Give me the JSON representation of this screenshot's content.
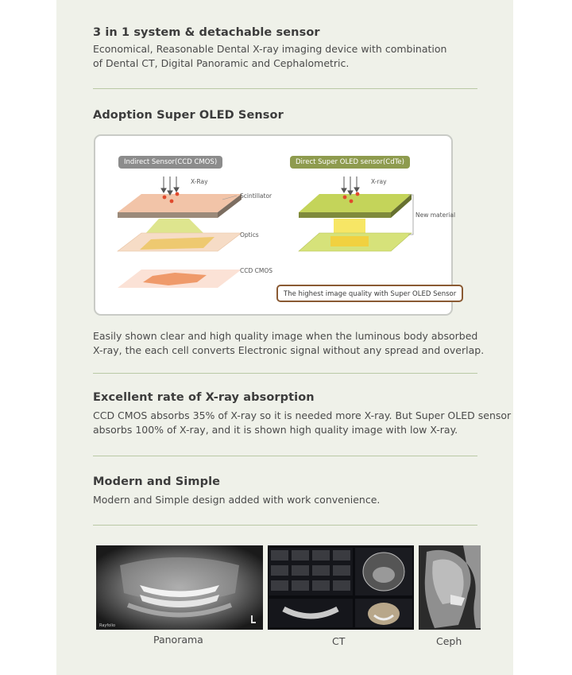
{
  "sections": [
    {
      "title": "3 in 1 system & detachable sensor",
      "lines": [
        "Economical, Reasonable Dental X-ray imaging device with combination",
        "of Dental CT, Digital Panoramic and Cephalometric."
      ]
    },
    {
      "title": "Adoption Super OLED Sensor",
      "lines": [
        "Easily shown clear and high quality image when the luminous body absorbed",
        "X-ray, the each cell converts Electronic signal without any spread and overlap."
      ]
    },
    {
      "title": "Excellent rate of X-ray absorption",
      "lines": [
        "CCD CMOS absorbs 35% of X-ray so it is needed more X-ray. But Super OLED sensor",
        "absorbs 100% of X-ray, and it is shown high quality image with low X-ray."
      ]
    },
    {
      "title": "Modern and Simple",
      "lines": [
        "Modern and Simple design added with work convenience."
      ]
    }
  ],
  "diagram": {
    "indirect_tag": "Indirect Sensor(CCD CMOS)",
    "direct_tag": "Direct Super OLED sensor(CdTe)",
    "xray_left": "X-Ray",
    "xray_right": "X-ray",
    "scintillator": "Scintillator",
    "optics": "Optics",
    "ccd_cmos": "CCD CMOS",
    "new_material": "New material",
    "highlight": "The highest image quality with Super OLED Sensor",
    "colors": {
      "indirect_tag": "#8c8c8c",
      "direct_tag": "#8e9b4e",
      "highlight_border": "#8a5a33"
    }
  },
  "gallery": [
    {
      "caption": "Panorama",
      "icon": "panoramic-xray-image"
    },
    {
      "caption": "CT",
      "icon": "ct-scan-image"
    },
    {
      "caption": "Ceph",
      "icon": "cephalometric-xray-image"
    }
  ],
  "panorama_watermark": "Rayfolio",
  "colors": {
    "panel": "#eff1e9",
    "rule": "#b9c9a5",
    "text": "#4a4a4a"
  }
}
